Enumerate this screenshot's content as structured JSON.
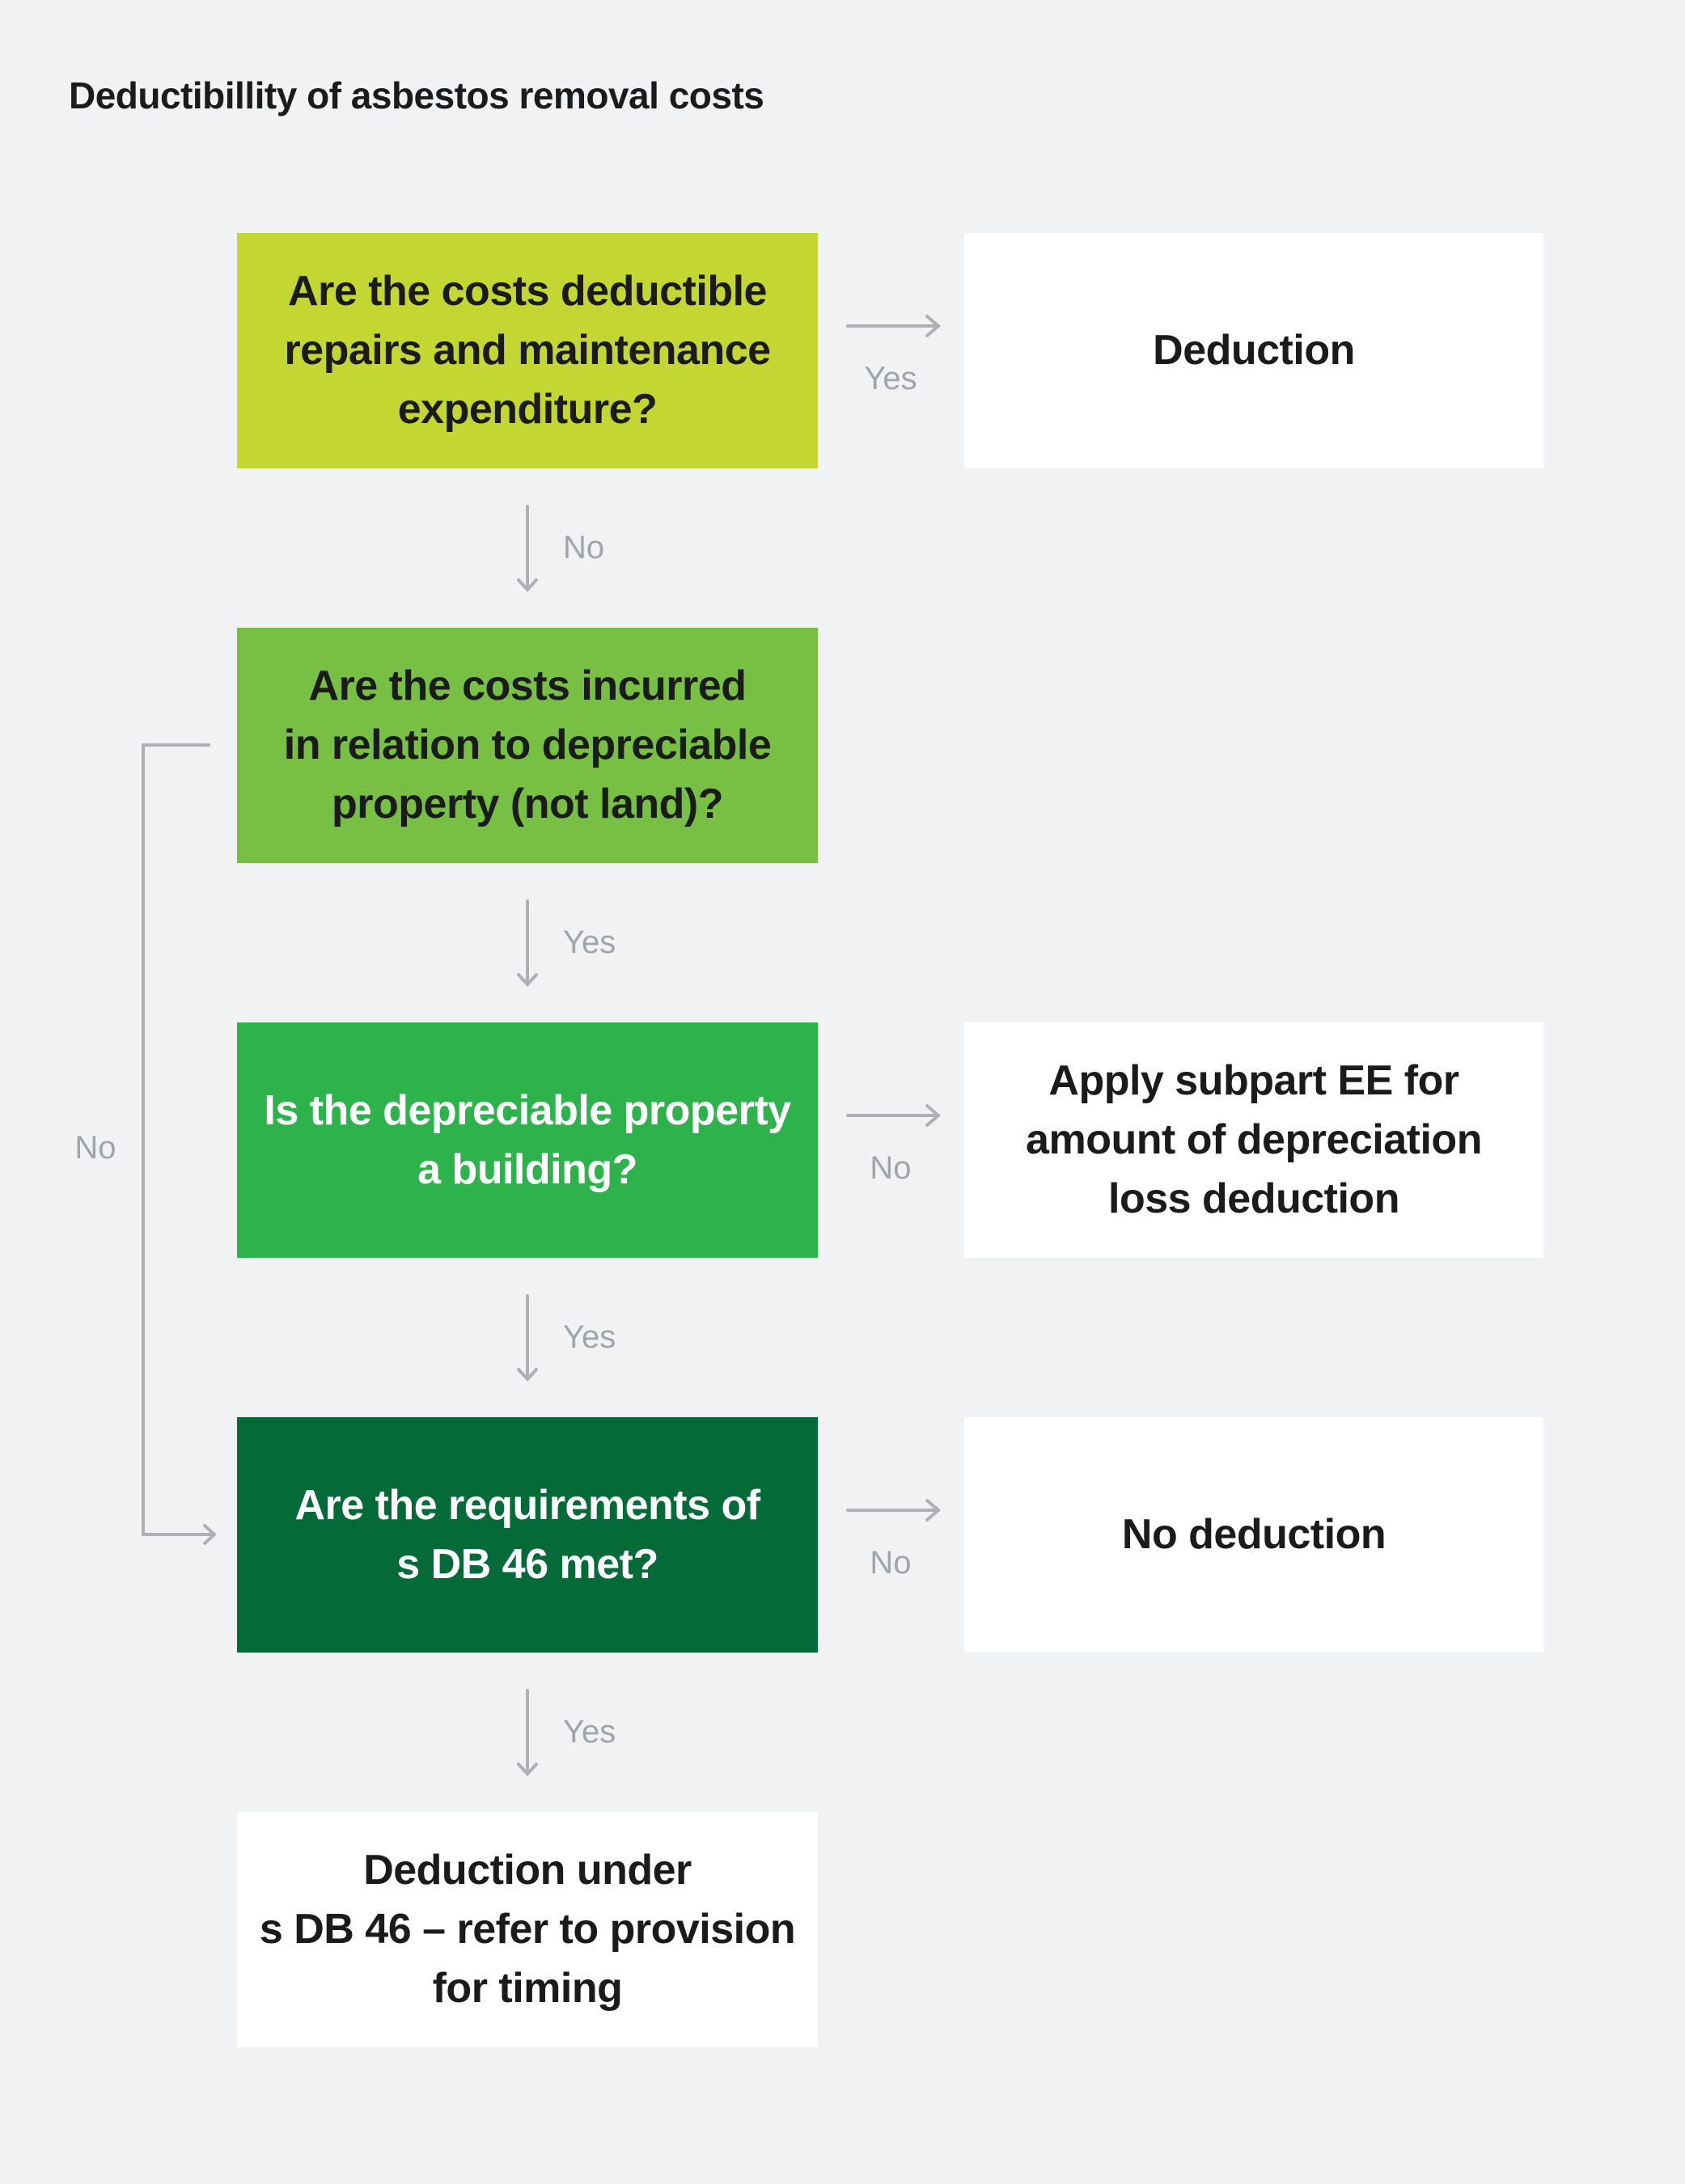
{
  "page": {
    "title": "Deductibillity of asbestos removal costs"
  },
  "colors": {
    "background": "#f0f2f4",
    "lime_node": "#c3d631",
    "mid_green_node": "#78c043",
    "green_node": "#2eb24c",
    "dark_green_node": "#046a38",
    "result_node": "#ffffff",
    "dark_text": "#1b1b1b",
    "light_text": "#ffffff",
    "arrow_line": "#aeb0b3",
    "edge_label_text": "#a2a5a8"
  },
  "flowchart": {
    "nodes": [
      {
        "id": "repairs-question",
        "type": "question",
        "bg": "#c3d631",
        "text_color": "#1b1b1b",
        "label": "Are the costs deductible\nrepairs and maintenance\nexpenditure?"
      },
      {
        "id": "deduction-result",
        "type": "result",
        "bg": "#ffffff",
        "text_color": "#1b1b1b",
        "label": "Deduction"
      },
      {
        "id": "depreciable-property-question",
        "type": "question",
        "bg": "#78c043",
        "text_color": "#1b1b1b",
        "label": "Are the costs incurred\nin relation to depreciable\nproperty (not land)?"
      },
      {
        "id": "building-question",
        "type": "question",
        "bg": "#2eb24c",
        "text_color": "#ffffff",
        "label": "Is the depreciable property\na building?"
      },
      {
        "id": "subpart-ee-result",
        "type": "result",
        "bg": "#ffffff",
        "text_color": "#1b1b1b",
        "label": "Apply subpart EE for\namount of depreciation\nloss deduction"
      },
      {
        "id": "db46-question",
        "type": "question",
        "bg": "#046a38",
        "text_color": "#ffffff",
        "label": "Are the requirements of\ns DB 46 met?"
      },
      {
        "id": "no-deduction-result",
        "type": "result",
        "bg": "#ffffff",
        "text_color": "#1b1b1b",
        "label": "No deduction"
      },
      {
        "id": "db46-deduction-result",
        "type": "result",
        "bg": "#ffffff",
        "text_color": "#1b1b1b",
        "label": "Deduction under\ns DB 46 – refer to provision\nfor timing"
      }
    ],
    "edges": [
      {
        "from": "repairs-question",
        "to": "deduction-result",
        "label": "Yes"
      },
      {
        "from": "repairs-question",
        "to": "depreciable-property-question",
        "label": "No"
      },
      {
        "from": "depreciable-property-question",
        "to": "building-question",
        "label": "Yes"
      },
      {
        "from": "building-question",
        "to": "subpart-ee-result",
        "label": "No"
      },
      {
        "from": "building-question",
        "to": "db46-question",
        "label": "Yes"
      },
      {
        "from": "db46-question",
        "to": "no-deduction-result",
        "label": "No"
      },
      {
        "from": "db46-question",
        "to": "db46-deduction-result",
        "label": "Yes"
      },
      {
        "from": "depreciable-property-question",
        "to": "db46-question",
        "label": "No"
      }
    ]
  }
}
